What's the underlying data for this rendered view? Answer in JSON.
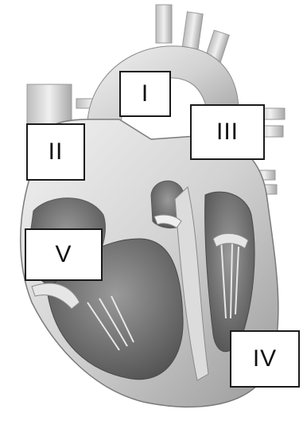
{
  "labels": {
    "I": "I",
    "II": "II",
    "III": "III",
    "IV": "IV",
    "V": "V"
  },
  "colors": {
    "background": "#ffffff",
    "tissue_light": "#e6e6e6",
    "tissue_mid": "#c4c4c4",
    "tissue_dark": "#8a8a8a",
    "chamber_shadow": "#5e5e5e",
    "box_border": "#1a1a1a"
  }
}
